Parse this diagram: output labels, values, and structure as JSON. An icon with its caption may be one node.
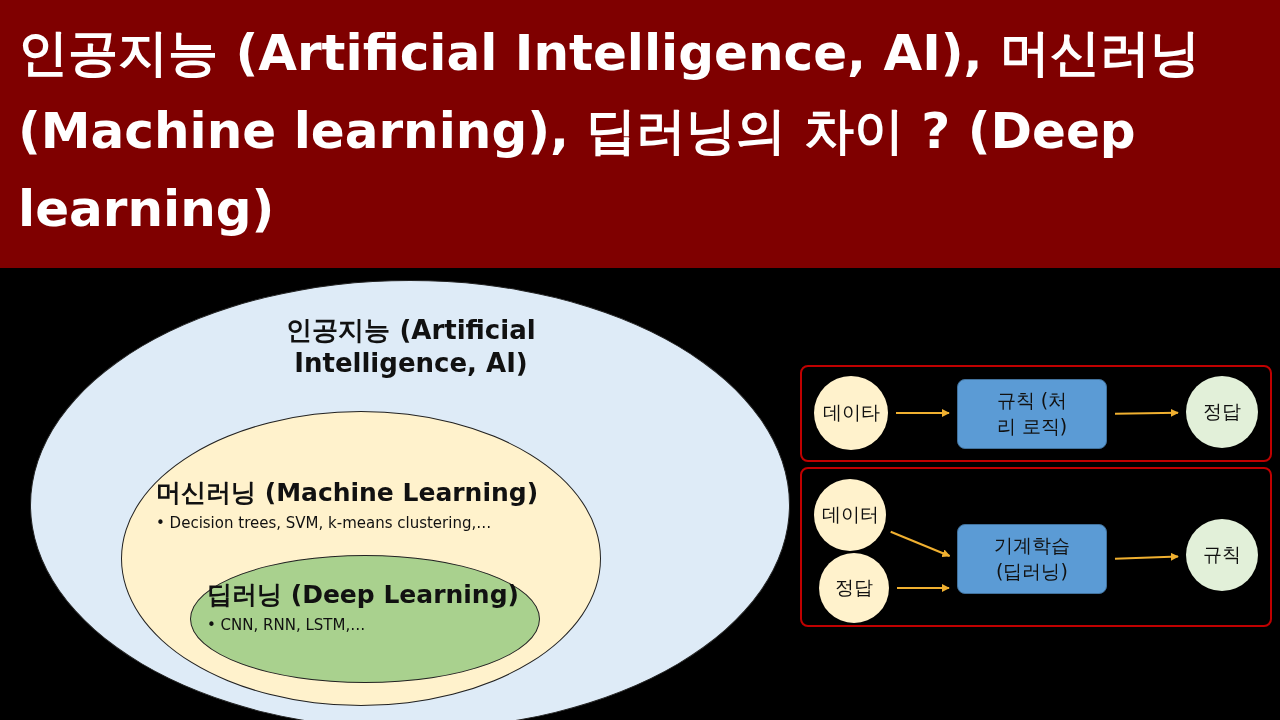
{
  "diagram": {
    "title": "인공지능 (Artificial Intelligence, AI), 머신러닝 (Machine learning), 딥러닝의 차이 ? (Deep learning)",
    "nodes": [
      {
        "text": [
          "인공지능 (Artificial Intelligence, AI)"
        ]
      },
      {
        "text": [
          "머신러닝 (Machine Learning)",
          "• Decision trees, SVM, k-means clustering,…"
        ],
        "in": 0
      },
      {
        "text": [
          "딥러닝 (Deep Learning)",
          "• CNN, RNN, LSTM,…"
        ],
        "in": 1
      },
      {
        "text": [],
        "shape": "box"
      },
      {
        "text": [
          "데이타"
        ],
        "in": 3
      },
      {
        "text": [
          "규칙 (처리 로직)"
        ],
        "in": 3
      },
      {
        "text": [
          "정답"
        ],
        "in": 3
      },
      {
        "text": [],
        "shape": "box"
      },
      {
        "text": [
          "데이터"
        ],
        "in": 7
      },
      {
        "text": [
          "정답"
        ],
        "in": 7
      },
      {
        "text": [
          "기계학습 (딥러닝)"
        ],
        "in": 7
      },
      {
        "text": [
          "규칙"
        ],
        "in": 7
      }
    ],
    "edges": [
      {
        "from": 4,
        "to": 5,
        "arrow": "to"
      },
      {
        "from": 5,
        "to": 6,
        "arrow": "to"
      },
      {
        "from": 8,
        "to": 10,
        "arrow": "to"
      },
      {
        "from": 9,
        "to": 10,
        "arrow": "to"
      },
      {
        "from": 10,
        "to": 11,
        "arrow": "to"
      }
    ]
  }
}
